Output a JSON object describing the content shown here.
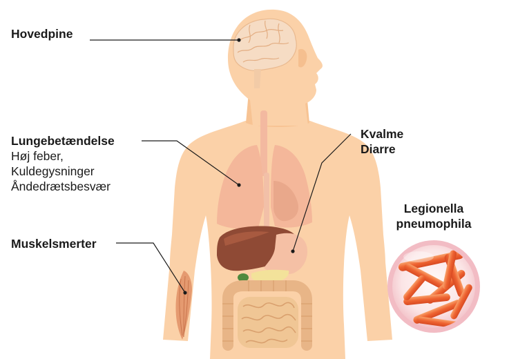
{
  "labels": {
    "headache": "Hovedpine",
    "pneumonia": {
      "title": "Lungebetændelse",
      "lines": [
        "Høj feber,",
        "Kuldegysninger",
        "Åndedrætsbesvær"
      ]
    },
    "muscle_pain": "Muskelsmerter",
    "nausea": "Kvalme",
    "diarrhea": "Diarre",
    "bacteria": [
      "Legionella",
      "pneumophila"
    ]
  },
  "colors": {
    "skin": "#fbd1a8",
    "skin_dark": "#f7c393",
    "lungs": "#f4b79a",
    "liver": "#8f4a35",
    "stomach": "#f5c0a5",
    "intestine": "#e8b587",
    "intestine_dark": "#d9a06e",
    "brain": "#f6dcc4",
    "muscle": "#e59a70",
    "bacteria": "#ef6a3a",
    "dish_rim": "#f2bcc4",
    "leader_line": "#1a1a1a"
  }
}
